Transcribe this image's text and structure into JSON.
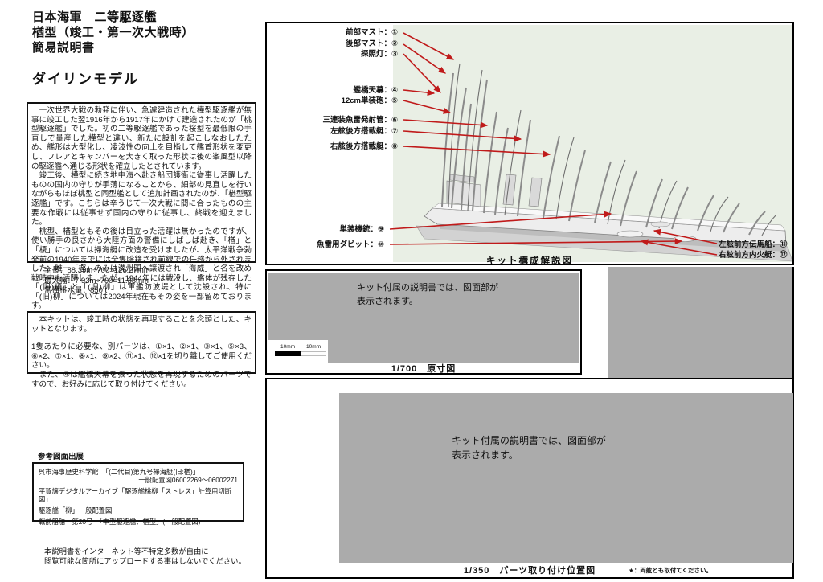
{
  "title": {
    "line1": "日本海軍　二等駆逐艦",
    "line2": "楢型（竣工・第一次大戦時）",
    "line3": "簡易説明書"
  },
  "brand": "ダイリンモデル",
  "history": {
    "p1": "　一次世界大戦の勃発に伴い、急遽建造された樺型駆逐艦が無事に竣工した翌1916年から1917年にかけて建造されたのが「桃型駆逐艦」でした。初の二等駆逐艦であった桜型を最低限の手直しで量産した樺型と違い、新たに設計を起こしなおしたため、艦形は大型化し、凌波性の向上を目指して艦首形状を変更し、フレアとキャンバーを大きく取った形状は後の峯風型以降の駆逐艦へ通じる形状を確立したとされています。",
    "p2": "　竣工後、樺型に続き地中海へ赴き船団護衛に従事し活躍したものの国内の守りが手薄になることから、細部の見直しを行いながらもほぼ桃型と同型艦として追加計画されたのが、「楢型駆逐艦」です。こちらは辛うじて一次大戦に間に合ったものの主要な作戦には従事せず国内の守りに従事し、終戦を迎えました。",
    "p3": "　桃型、楢型ともその後は目立った活躍は無かったのですが、使い勝手の良さから大陸方面の警備にしばしば赴き、「楢」と「榎」については掃海艇に改造を受けましたが、太平洋戦争勃発前の1940年までには全隻除籍され前線での任務から外されました。唯一「樫」のみは満州国へ譲渡され「海威」と名を改め戦時中も活躍しましたが、1944年には戦没し、艦体が残存した「(旧)榎」と「(旧)柳」は軍艦防波堤として沈設され、特に「(旧)柳」については2024年現在もその姿を一部留めております。"
  },
  "specs": {
    "length": "全長：88.39m÷700=126.27mm",
    "beam": "最大幅：7.93m÷700=11.33mm",
    "displacement": "常備排水量：850 t"
  },
  "kit_notes": {
    "p1": "　本キットは、竣工時の状態を再現することを念頭とした、キットとなります。",
    "p2": "1隻あたりに必要な、別パーツは、①×1、②×1、③×1、⑤×3、⑥×2、⑦×1、⑧×1、⑨×2、⑪×1、⑫×1を切り離してご使用ください。",
    "p3": "　また、④は艦橋天幕を張った状態を再現するためのパーツですので、お好みに応じて取り付けてください。"
  },
  "references": {
    "heading": "参考図面出展",
    "line1": "呉市海事歴史科学館　「(二代目)第九号掃海艇(旧:楢)」",
    "line1b": "一般配置図06002269～06002271",
    "line2": "平賀譲デジタルアーカイブ「駆逐艦桃柳「ストレス」計算用切断図」",
    "line3": "駆逐艦「柳」一般配置図",
    "line4": "戦前船舶　第20号　「中型駆逐艦、楢型」(一般配置図)"
  },
  "warning": {
    "line1": "本説明書をインターネット等不特定多数が自由に",
    "line2": "閲覧可能な箇所にアップロードする事はしないでください。"
  },
  "diagram": {
    "caption": "キット構成解説図",
    "callouts": [
      "前部マスト：①",
      "後部マスト：②",
      "探照灯：③",
      "艦橋天幕：④",
      "12cm単装砲：⑤",
      "三連装魚雷発射管：⑥",
      "左舷後方搭載艇：⑦",
      "右舷後方搭載艇：⑧",
      "単装機銃：⑨",
      "魚雷用ダビット：⑩",
      "左舷前方伝馬船：⑪",
      "右舷前方内火艇：⑫"
    ]
  },
  "plan700": {
    "notice_line1": "キット付属の説明書では、図面部が",
    "notice_line2": "表示されます。",
    "scale_label_left": "10mm",
    "scale_label_right": "10mm",
    "caption": "1/700　原寸図"
  },
  "plan350": {
    "notice_line1": "キット付属の説明書では、図面部が",
    "notice_line2": "表示されます。",
    "caption": "1/350　パーツ取り付け位置図",
    "note": "★：両舷とも取付てください。"
  },
  "colors": {
    "arrow_red": "#c01a1a",
    "panel_gray": "#ababab",
    "backdrop_green": "#e9efe5",
    "border_black": "#000000"
  }
}
